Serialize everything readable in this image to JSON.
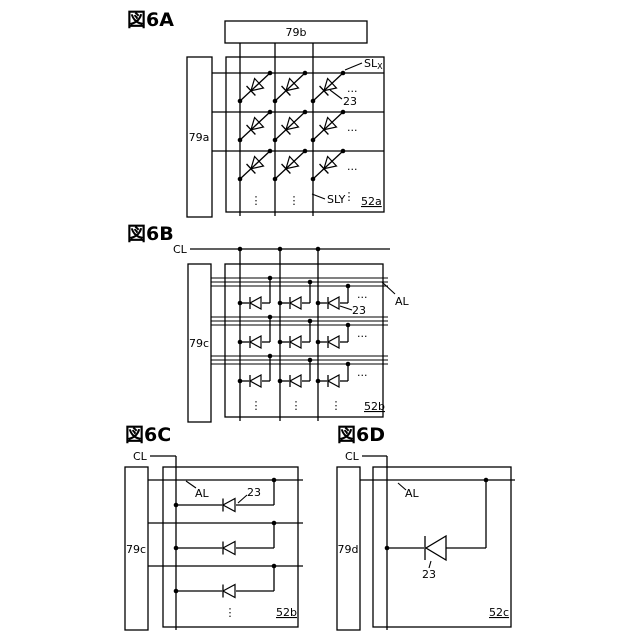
{
  "fig6a": {
    "title": "図6A",
    "driver_x": "79b",
    "driver_y": "79a",
    "line_x": "SLX",
    "line_y": "SLY",
    "element": "23",
    "panel": "52a",
    "ellipsis_h": "...",
    "ellipsis_v": "⋮"
  },
  "fig6b": {
    "title": "図6B",
    "cl": "CL",
    "al": "AL",
    "driver": "79c",
    "element": "23",
    "panel": "52b",
    "ellipsis_h": "...",
    "ellipsis_v": "⋮"
  },
  "fig6c": {
    "title": "図6C",
    "cl": "CL",
    "al": "AL",
    "driver": "79c",
    "element": "23",
    "panel": "52b",
    "ellipsis_v": "⋮"
  },
  "fig6d": {
    "title": "図6D",
    "cl": "CL",
    "al": "AL",
    "driver": "79d",
    "element": "23",
    "panel": "52c"
  }
}
